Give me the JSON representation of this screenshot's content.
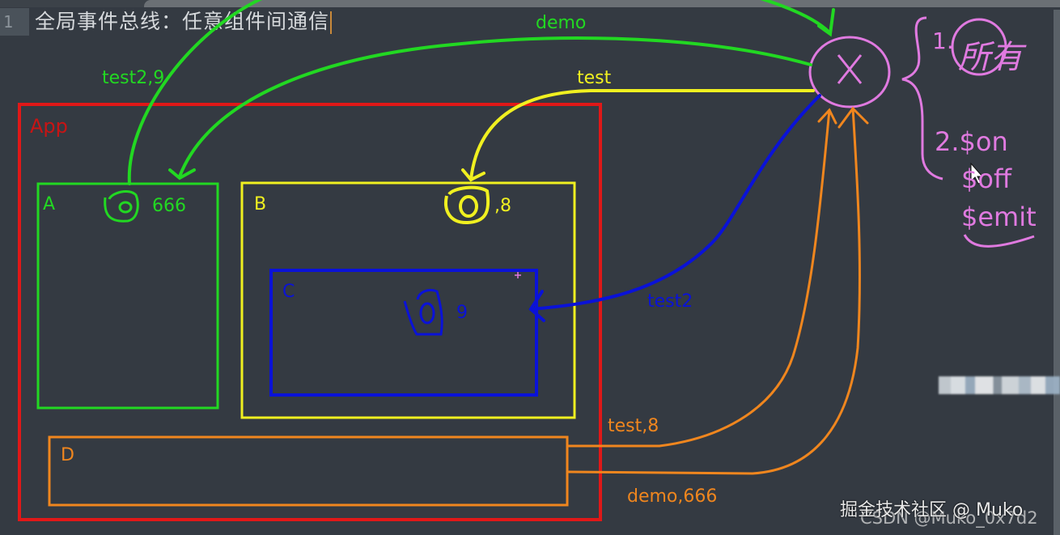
{
  "editor": {
    "line_number": "1",
    "title": "全局事件总线：任意组件间通信"
  },
  "colors": {
    "background": "#343a42",
    "app": "#e01818",
    "a": "#22d822",
    "b": "#f0f020",
    "c": "#0a12d8",
    "d": "#f0861e",
    "bus": "#e07ae0"
  },
  "diagram": {
    "app": {
      "label": "App"
    },
    "components": [
      {
        "id": "A",
        "label": "A",
        "note": "666"
      },
      {
        "id": "B",
        "label": "B",
        "note": ",8"
      },
      {
        "id": "C",
        "label": "C",
        "note": "9"
      },
      {
        "id": "D",
        "label": "D"
      }
    ],
    "bus": {
      "symbol": "X"
    },
    "arrows": [
      {
        "label": "demo",
        "from": "X",
        "to": "A"
      },
      {
        "label": "test2,9",
        "from": "A",
        "to": "X"
      },
      {
        "label": "test",
        "from": "X",
        "to": "B"
      },
      {
        "label": "test2",
        "from": "X",
        "to": "C"
      },
      {
        "label": "test,8",
        "from": "D",
        "to": "X"
      },
      {
        "label": "demo,666",
        "from": "D",
        "to": "X"
      }
    ],
    "notes": {
      "item1": "1.",
      "item1_text": "所有",
      "item2": "2.$on",
      "item2_off": "$off",
      "item2_emit": "$emit"
    }
  },
  "watermark": {
    "primary": "掘金技术社区 @ Muko",
    "secondary": "CSDN @Muko_0x7d2"
  }
}
